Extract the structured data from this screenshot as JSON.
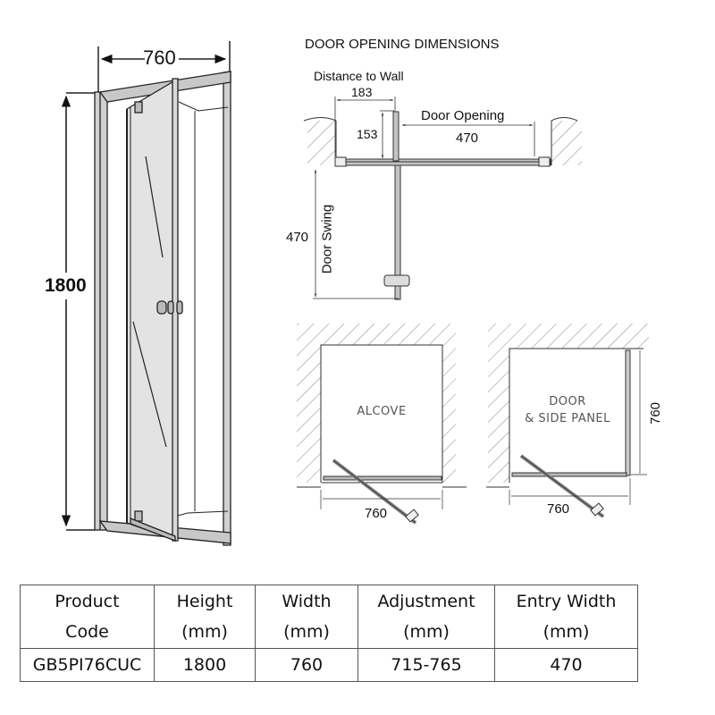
{
  "main_drawing": {
    "width_dim": "760",
    "height_dim": "1800"
  },
  "door_opening": {
    "title": "DOOR OPENING DIMENSIONS",
    "distance_to_wall_label": "Distance to Wall",
    "distance_to_wall_value": "183",
    "depth_value": "153",
    "door_opening_label": "Door Opening",
    "door_opening_value": "470",
    "door_swing_label": "Door Swing",
    "door_swing_value": "470"
  },
  "configs": [
    {
      "label": "ALCOVE",
      "width_dim": "760"
    },
    {
      "label_line1": "DOOR",
      "label_line2": "& SIDE PANEL",
      "width_dim": "760",
      "depth_dim": "760"
    }
  ],
  "spec_table": {
    "headers": [
      {
        "line1": "Product",
        "line2": "Code"
      },
      {
        "line1": "Height",
        "line2": "(mm)"
      },
      {
        "line1": "Width",
        "line2": "(mm)"
      },
      {
        "line1": "Adjustment",
        "line2": "(mm)"
      },
      {
        "line1": "Entry Width",
        "line2": "(mm)"
      }
    ],
    "rows": [
      [
        "GB5PI76CUC",
        "1800",
        "760",
        "715-765",
        "470"
      ]
    ]
  },
  "colors": {
    "line": "#222222",
    "frame_fill": "#c8c8c8",
    "glass_fill": "#e6e6e6",
    "hatch": "#888888",
    "label_grey": "#555555"
  }
}
